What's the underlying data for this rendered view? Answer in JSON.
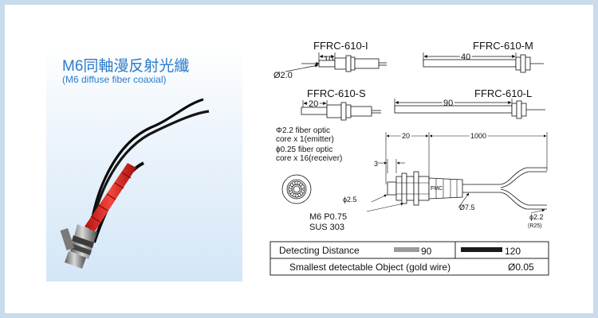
{
  "product": {
    "title": "M6同軸漫反射光纖",
    "subtitle": "(M6 diffuse fiber coaxial)"
  },
  "variants": [
    {
      "model": "FFRC-610-I",
      "length": "10",
      "diameter": "Ø2.0"
    },
    {
      "model": "FFRC-610-M",
      "length": "40"
    },
    {
      "model": "FFRC-610-S",
      "length": "20"
    },
    {
      "model": "FFRC-610-L",
      "length": "90"
    }
  ],
  "fiber_notes": [
    "Φ2.2 fiber optic",
    "core x 1(emitter)",
    "ϕ0.25 fiber optic",
    "core x 16(receiver)"
  ],
  "dimensions": {
    "dim_20": "20",
    "dim_1000": "1000",
    "dim_3": "3",
    "dia_2_5": "ϕ2.5",
    "dia_7_5": "Ø7.5",
    "dia_2_2": "ϕ2.2",
    "r25": "(R25)",
    "thread": "M6  P0.75",
    "material": "SUS 303",
    "head_mark": "FMC"
  },
  "spec_table": {
    "distance_label": "Detecting  Distance",
    "distance_values": [
      {
        "value": "90",
        "color": "#9a9a9a"
      },
      {
        "value": "120",
        "color": "#1a1a1a"
      }
    ],
    "object_label": "Smallest  detectable  Object (gold  wire)",
    "object_value": "Ø0.05"
  }
}
